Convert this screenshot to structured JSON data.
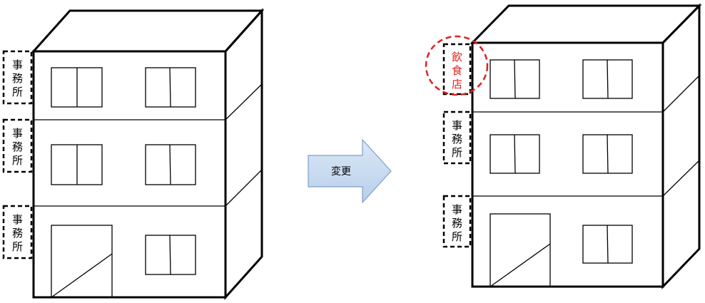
{
  "arrow": {
    "label": "変更"
  },
  "before": {
    "floors": [
      {
        "use": "事務所"
      },
      {
        "use": "事務所"
      },
      {
        "use": "事務所"
      }
    ]
  },
  "after": {
    "floors": [
      {
        "use": "飲食店",
        "changed": true
      },
      {
        "use": "事務所"
      },
      {
        "use": "事務所"
      }
    ]
  },
  "colors": {
    "line": "#000000",
    "changed": "#e02020",
    "arrow_fill_top": "#dbe8f7",
    "arrow_fill_bottom": "#b7cfea",
    "arrow_stroke": "#7f9fc6"
  }
}
